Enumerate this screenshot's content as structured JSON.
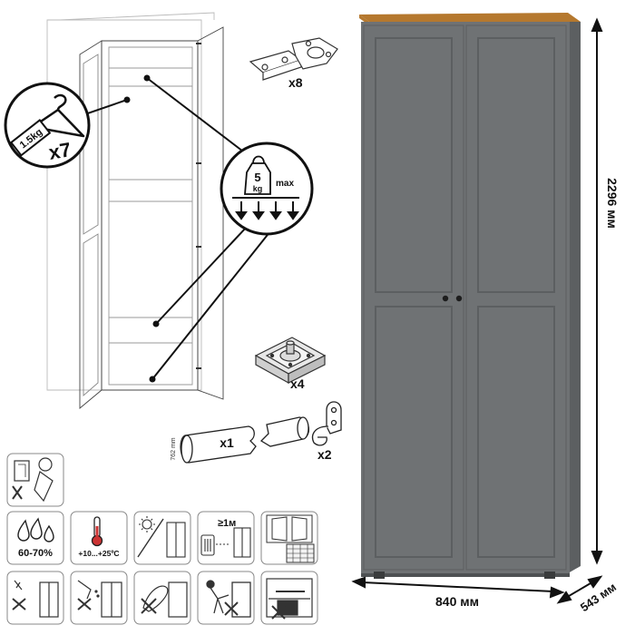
{
  "hardware": {
    "hangers": {
      "weight": "1.5kg",
      "qty": "x7"
    },
    "shelf_load": {
      "weight": "5",
      "unit": "kg",
      "note": "max"
    },
    "hinges": {
      "qty": "x8"
    },
    "feet": {
      "qty": "x4"
    },
    "rail": {
      "qty": "x1",
      "length": "762 mm"
    },
    "rail_holders": {
      "qty": "x2"
    }
  },
  "dimensions": {
    "height": "2296 мм",
    "width": "840 мм",
    "depth": "543 мм"
  },
  "care_icons": {
    "humidity": "60-70%",
    "temperature": "+10...+25ºC",
    "heater_distance": "≥1м"
  },
  "colors": {
    "body": "#6f7274",
    "body_dark": "#5c5f61",
    "top": "#b5782e",
    "line": "#222222"
  }
}
